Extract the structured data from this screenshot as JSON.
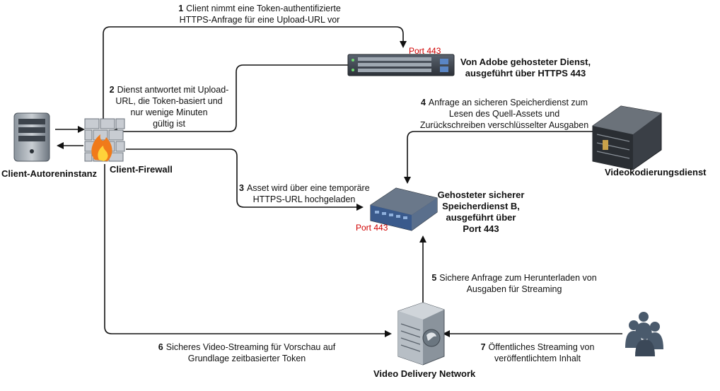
{
  "nodes": {
    "client": "Client-Autoreninstanz",
    "firewall": "Client-Firewall",
    "adobe": [
      "Von Adobe gehosteter Dienst,",
      "ausgeführt über HTTPS 443"
    ],
    "storage": [
      "Gehosteter sicherer",
      "Speicherdienst B,",
      "ausgeführt über",
      "Port 443"
    ],
    "encoder": "Videokodierungsdienst",
    "vdn": "Video Delivery Network"
  },
  "ports": {
    "adobe": "Port 443",
    "storage": "Port 443"
  },
  "steps": [
    {
      "num": "1",
      "lines": [
        "Client nimmt eine Token-authentifizierte",
        "HTTPS-Anfrage für eine Upload-URL vor"
      ]
    },
    {
      "num": "2",
      "lines": [
        "Dienst antwortet mit Upload-",
        "URL, die Token-basiert und",
        "nur wenige Minuten",
        "gültig ist"
      ]
    },
    {
      "num": "3",
      "lines": [
        "Asset wird über eine temporäre",
        "HTTPS-URL hochgeladen"
      ]
    },
    {
      "num": "4",
      "lines": [
        "Anfrage an sicheren Speicherdienst zum",
        "Lesen des Quell-Assets und",
        "Zurückschreiben verschlüsselter Ausgaben"
      ]
    },
    {
      "num": "5",
      "lines": [
        "Sichere Anfrage zum Herunterladen von",
        "Ausgaben für Streaming"
      ]
    },
    {
      "num": "6",
      "lines": [
        "Sicheres Video-Streaming für Vorschau auf",
        "Grundlage zeitbasierter Token"
      ]
    },
    {
      "num": "7",
      "lines": [
        "Öffentliches Streaming von",
        "veröffentlichtem Inhalt"
      ]
    }
  ],
  "colors": {
    "line": "#111111",
    "port": "#d00000",
    "server": "#5a6470",
    "storage": "#3a5a8c",
    "users": "#4a5a6c"
  }
}
